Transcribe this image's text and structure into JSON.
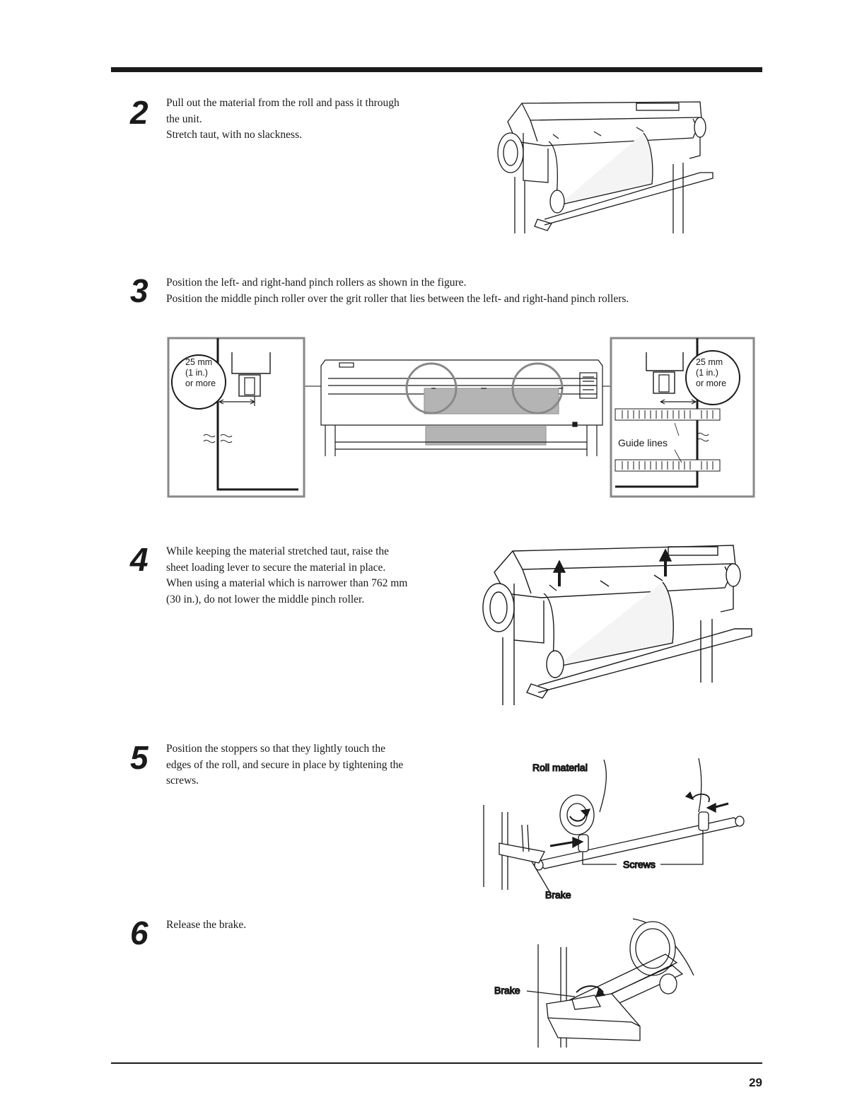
{
  "page": {
    "number": "29"
  },
  "steps": [
    {
      "num": "2",
      "lines": [
        "Pull out the material from the roll and pass it through",
        "the unit.",
        "Stretch taut, with no slackness."
      ]
    },
    {
      "num": "3",
      "lines": [
        "Position the left- and right-hand pinch rollers as shown in the figure.",
        "Position the middle pinch roller over the grit roller that lies between the left- and right-hand pinch rollers."
      ]
    },
    {
      "num": "4",
      "lines": [
        "While keeping the material stretched taut, raise the",
        "sheet loading lever to secure the material in place.",
        "When using a material which is narrower than 762 mm",
        "(30 in.), do not lower the middle pinch roller."
      ]
    },
    {
      "num": "5",
      "lines": [
        "Position the stoppers so that they lightly touch the",
        "edges of the roll, and secure in place by tightening the",
        "screws."
      ]
    },
    {
      "num": "6",
      "lines": [
        "Release the brake."
      ]
    }
  ],
  "figures": {
    "pinch_left": {
      "line1": "25 mm",
      "line2": "(1 in.)",
      "line3": "or more"
    },
    "pinch_right": {
      "line1": "25 mm",
      "line2": "(1 in.)",
      "line3": "or more",
      "guide": "Guide lines"
    },
    "stoppers": {
      "roll": "Roll material",
      "screws": "Screws",
      "brake": "Brake"
    },
    "brake_release": {
      "brake": "Brake"
    }
  }
}
